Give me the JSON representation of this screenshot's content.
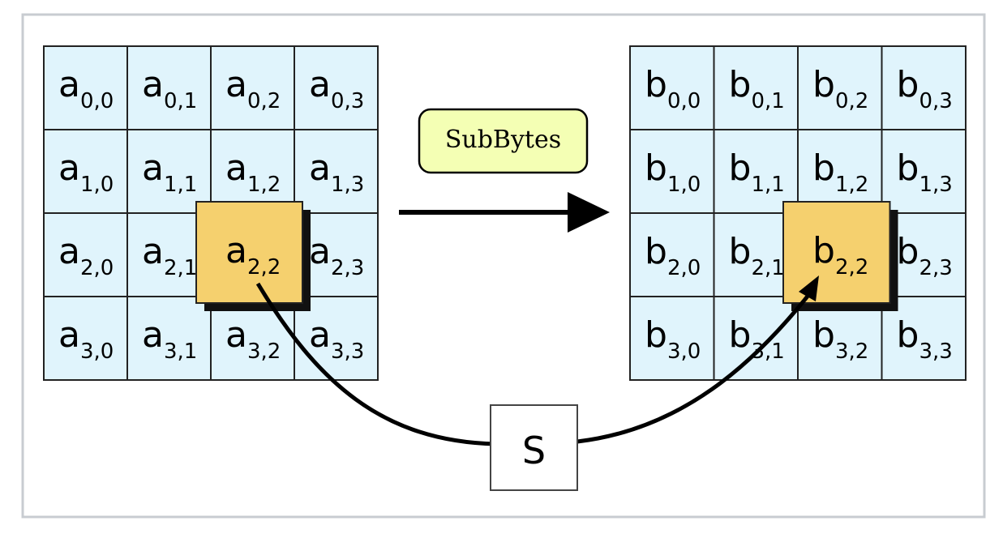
{
  "diagram": {
    "operation_label": "SubBytes",
    "sbox_label": "S",
    "input_matrix": {
      "letter": "a",
      "cells": [
        [
          "0,0",
          "0,1",
          "0,2",
          "0,3"
        ],
        [
          "1,0",
          "1,1",
          "1,2",
          "1,3"
        ],
        [
          "2,0",
          "2,1",
          "2,2",
          "2,3"
        ],
        [
          "3,0",
          "3,1",
          "3,2",
          "3,3"
        ]
      ],
      "highlight": "2,2"
    },
    "output_matrix": {
      "letter": "b",
      "cells": [
        [
          "0,0",
          "0,1",
          "0,2",
          "0,3"
        ],
        [
          "1,0",
          "1,1",
          "1,2",
          "1,3"
        ],
        [
          "2,0",
          "2,1",
          "2,2",
          "2,3"
        ],
        [
          "3,0",
          "3,1",
          "3,2",
          "3,3"
        ]
      ],
      "highlight": "2,2"
    }
  },
  "colors": {
    "frame_border": "#c8ccd1",
    "cell_fill": "#e0f4fc",
    "highlight_fill": "#f5d06e",
    "operation_fill": "#f4ffb4",
    "arrow": "#000000"
  }
}
